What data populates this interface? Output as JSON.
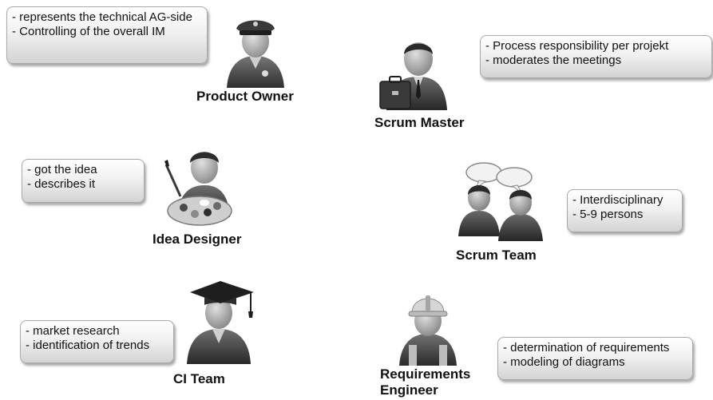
{
  "roles": [
    {
      "key": "product_owner",
      "label": "Product Owner",
      "notes": [
        "- represents the technical AG-side",
        "- Controlling of the overall IM"
      ],
      "icon": "police-officer-icon"
    },
    {
      "key": "scrum_master",
      "label": "Scrum Master",
      "notes": [
        "- Process responsibility per projekt",
        "- moderates the meetings"
      ],
      "icon": "businessman-with-briefcase-icon"
    },
    {
      "key": "idea_designer",
      "label": "Idea Designer",
      "notes": [
        "- got the idea",
        "- describes it"
      ],
      "icon": "painter-with-palette-icon"
    },
    {
      "key": "scrum_team",
      "label": "Scrum Team",
      "notes": [
        "- Interdisciplinary",
        "- 5-9 persons"
      ],
      "icon": "two-people-talking-icon"
    },
    {
      "key": "ci_team",
      "label": "CI Team",
      "notes": [
        "- market research",
        "- identification of trends"
      ],
      "icon": "graduate-cap-icon"
    },
    {
      "key": "requirements_engineer",
      "label_lines": [
        "Requirements",
        "Engineer"
      ],
      "notes": [
        "- determination of requirements",
        "- modeling of diagrams"
      ],
      "icon": "construction-worker-helmet-icon"
    }
  ]
}
